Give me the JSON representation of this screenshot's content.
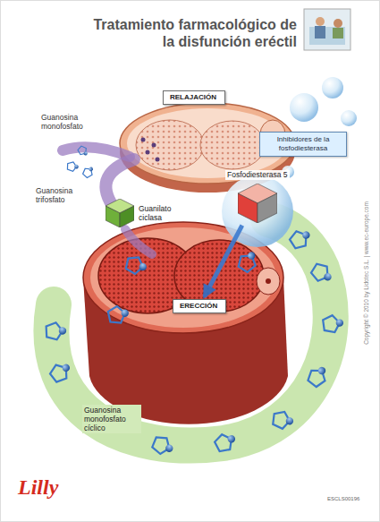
{
  "diagram": {
    "title": "Tratamiento farmacológico de la disfunción eréctil",
    "nodes": [
      {
        "text": [
          "RELAJACIÓN"
        ]
      },
      {
        "text": [
          "Inhibidores de la fosfodiesterasa"
        ]
      },
      {
        "text": [
          "Fosfodiesterasa 5"
        ]
      },
      {
        "text": [
          "Guanilato ciclasa"
        ]
      },
      {
        "text": [
          "ERECCIÓN"
        ]
      }
    ],
    "edges": [
      {
        "from": 2,
        "to": 4,
        "arrow": "to"
      }
    ],
    "labels": [
      "Guanosina monofosfato",
      "Guanosina trifosfato",
      "Guanosina monofosfato cíclico",
      "Copyright © 2010 by Lidotec S.L. | www.ec-europe.com",
      "Lilly",
      "ESCLS00196"
    ]
  }
}
